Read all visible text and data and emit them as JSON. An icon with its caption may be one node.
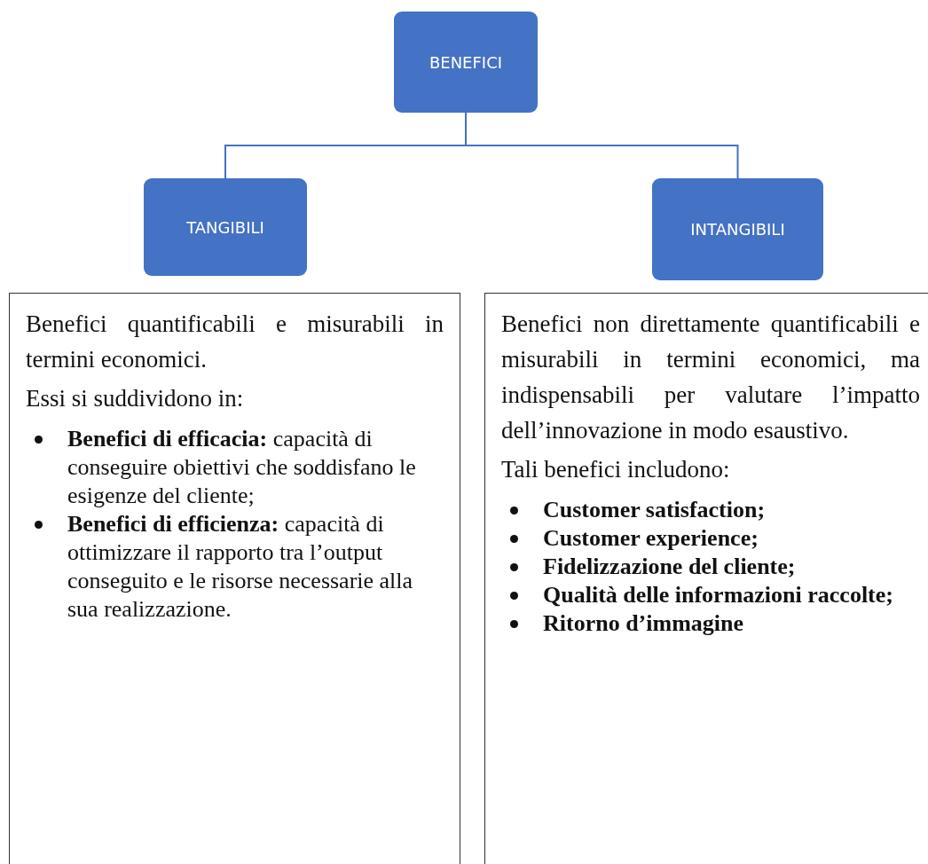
{
  "diagram": {
    "nodes": [
      {
        "text": [
          "BENEFICI"
        ]
      },
      {
        "text": [
          "TANGIBILI"
        ]
      },
      {
        "text": [
          "INTANGIBILI"
        ]
      },
      {
        "text": [
          "Benefici quantificabili e misurabili in termini economici.",
          "Essi si suddividono in:",
          "**Benefici di efficacia:** capacità di conseguire obiettivi che soddisfano le esigenze del cliente;",
          "**Benefici di efficienza:** capacità di ottimizzare il rapporto tra l’output conseguito e le risorse necessarie alla sua realizzazione."
        ]
      },
      {
        "text": [
          "Benefici non direttamente quantificabili e misurabili in termini economici, ma indispensabili per valutare l’impatto dell’innovazione in modo esaustivo.",
          "Tali benefici includono:",
          "Customer satisfaction;",
          "Customer experience;",
          "Fidelizzazione del cliente;",
          "Qualità delle informazioni raccolte;",
          "Ritorno d’immagine"
        ]
      }
    ],
    "edges": [
      {
        "from": 0,
        "to": 1,
        "arrow": "none"
      },
      {
        "from": 0,
        "to": 2,
        "arrow": "none"
      }
    ]
  }
}
